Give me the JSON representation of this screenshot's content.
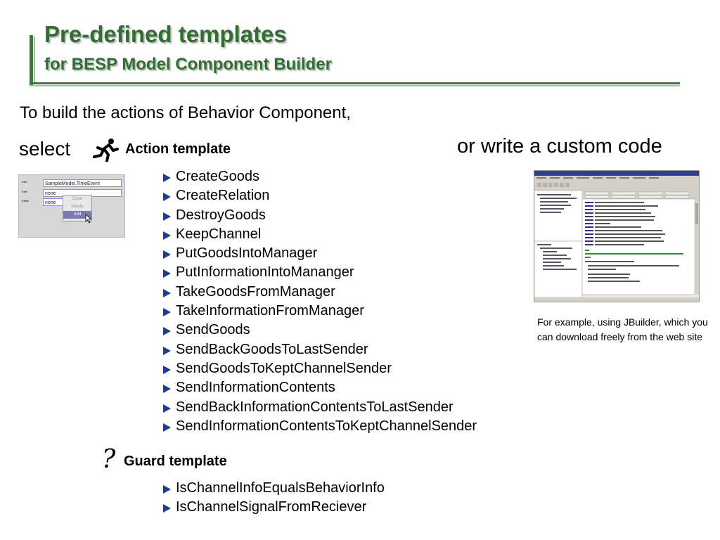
{
  "title": {
    "main": "Pre-defined templates",
    "sub": "for BESP Model Component Builder"
  },
  "intro": "To build the actions of Behavior Component,",
  "select_word": "select",
  "custom_code": "or write a custom code",
  "action": {
    "heading": "Action template",
    "icon": "running-figure-icon",
    "items": [
      "CreateGoods",
      "CreateRelation",
      "DestroyGoods",
      "KeepChannel",
      "PutGoodsIntoManager",
      "PutInformationIntoMananger",
      "TakeGoodsFromManager",
      "TakeInformationFromManager",
      "SendGoods",
      "SendBackGoodsToLastSender",
      "SendGoodsToKeptChannelSender",
      "SendInformationContents",
      "SendBackInformationContentsToLastSender",
      "SendInformationContentsToKeptChannelSender"
    ]
  },
  "guard": {
    "symbol": "?",
    "heading": "Guard template",
    "items": [
      "IsChannelInfoEqualsBehaviorInfo",
      "IsChannelSignalFromReciever"
    ]
  },
  "mini_screenshot": {
    "fields": [
      "SampleModel.TimeEvent",
      "none",
      "none"
    ],
    "menu_items": [
      "Open",
      "Delete",
      "Add"
    ]
  },
  "jbuilder_caption": "For example, using JBuilder, which you can download freely from the web site",
  "colors": {
    "title_green": "#2f6f2f",
    "bullet_blue": "#1b3f8f"
  }
}
